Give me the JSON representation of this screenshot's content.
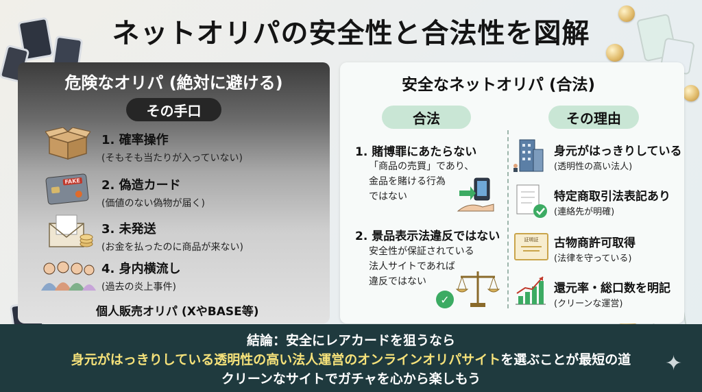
{
  "title": "ネットオリパの安全性と合法性を図解",
  "left": {
    "title": "危険なオリパ (絶対に避ける)",
    "badge": "その手口",
    "items": [
      {
        "heading": "1. 確率操作",
        "sub": "(そもそも当たりが入っていない)"
      },
      {
        "heading": "2. 偽造カード",
        "sub": "(価値のない偽物が届く)"
      },
      {
        "heading": "3. 未発送",
        "sub": "(お金を払ったのに商品が来ない)"
      },
      {
        "heading": "4. 身内横流し",
        "sub": "(過去の炎上事件)"
      }
    ],
    "fake_label": "FAKE",
    "footer": "個人販売オリパ (XやBASE等)"
  },
  "right": {
    "title": "安全なネットオリパ (合法)",
    "legal_badge": "合法",
    "reason_badge": "その理由",
    "legal": [
      {
        "heading": "1. 賭博罪にあたらない",
        "lines": [
          "「商品の売買」であり、",
          "金品を賭ける行為",
          "ではない"
        ]
      },
      {
        "heading": "2. 景品表示法違反ではない",
        "lines": [
          "安全性が保証されている",
          "法人サイトであれば",
          "違反ではない"
        ]
      }
    ],
    "reasons": [
      {
        "heading": "身元がはっきりしている",
        "sub": "(透明性の高い法人)"
      },
      {
        "heading": "特定商取引法表記あり",
        "sub": "(連絡先が明確)"
      },
      {
        "heading": "古物商許可取得",
        "sub": "(法律を守っている)"
      },
      {
        "heading": "還元率・総口数を明記",
        "sub": "(クリーンな運営)"
      }
    ],
    "certificate_label": "証明証"
  },
  "banner": {
    "line1": "結論：安全にレアカードを狙うなら",
    "line2_highlight": "身元がはっきりしている透明性の高い法人運営のオンラインオリパサイト",
    "line2_rest": "を選ぶことが最短の道",
    "line3": "クリーンなサイトでガチャを心から楽しもう"
  },
  "colors": {
    "banner_bg": "#1f3a3e",
    "highlight": "#f6e27a",
    "badge_green": "#c9e6d5",
    "check_green": "#3cab63"
  }
}
